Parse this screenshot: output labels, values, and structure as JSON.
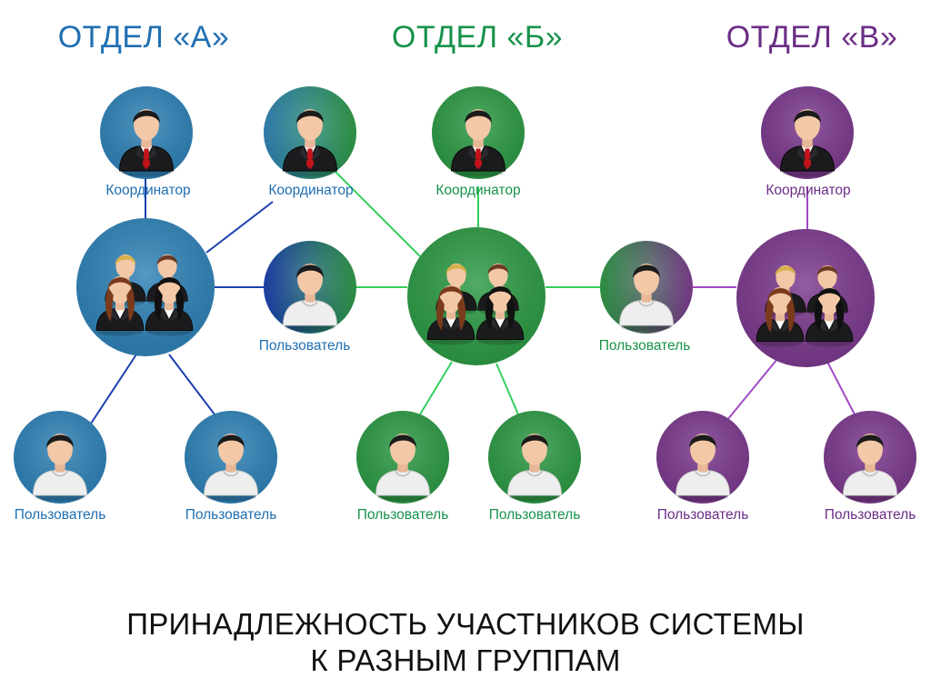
{
  "departments": [
    {
      "key": "a",
      "title": "ОТДЕЛ «А»",
      "color": "#1f6fb2"
    },
    {
      "key": "b",
      "title": "ОТДЕЛ «Б»",
      "color": "#17924a"
    },
    {
      "key": "c",
      "title": "ОТДЕЛ «В»",
      "color": "#6b2d85"
    }
  ],
  "node_colors": {
    "a": "#2f82b7",
    "b": "#2d9a45",
    "c": "#7c3a8e",
    "link_a": "#1b3fb0",
    "link_b": "#34d05a",
    "link_c": "#a34ac6"
  },
  "labels": {
    "coordinator": "Координатор",
    "user": "Пользователь"
  },
  "footer": {
    "line1": "ПРИНАДЛЕЖНОСТЬ УЧАСТНИКОВ СИСТЕМЫ",
    "line2": "К РАЗНЫМ ГРУППАМ"
  }
}
